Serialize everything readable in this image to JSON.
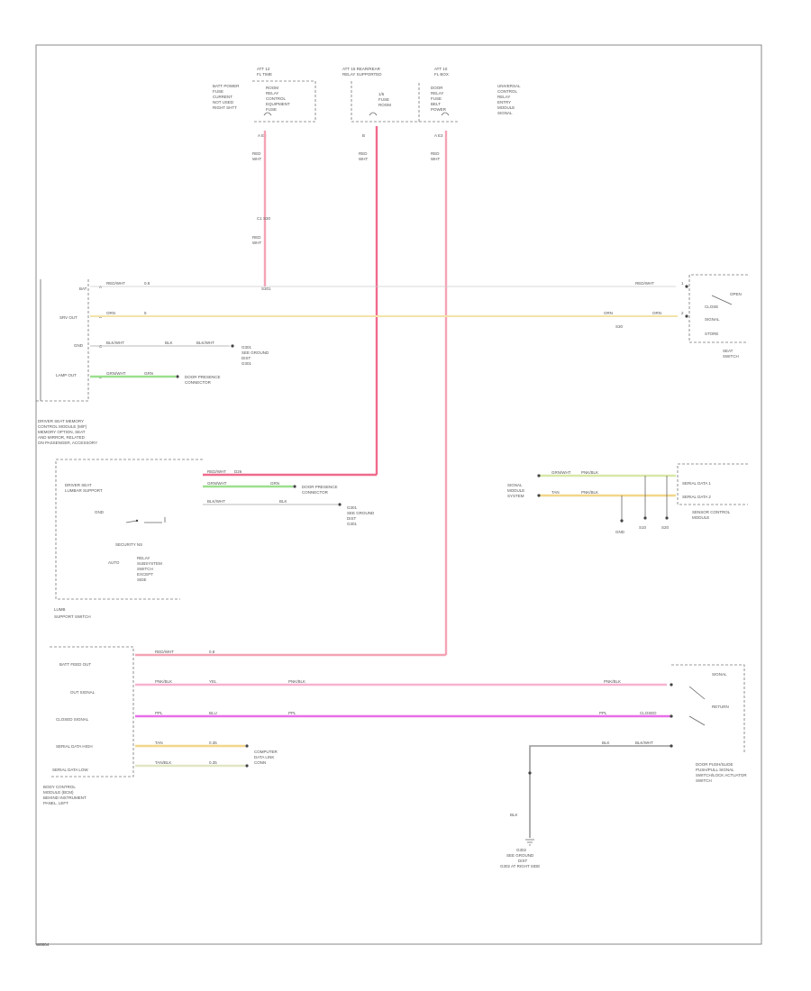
{
  "diagram": {
    "footer_id": "W8004",
    "fuses": [
      {
        "title": [
          "ATT 12",
          "FL TIME"
        ],
        "left": [
          "BATT POWER",
          "FUSE",
          "CURRENT",
          "NOT USED",
          "RIGHT SHTT"
        ],
        "right": [
          "ROOM",
          "RELAY",
          "CONTROL",
          "EQUIPMENT",
          "FUSE"
        ],
        "pin": "A E3",
        "wire": [
          "RED",
          "WHT"
        ]
      },
      {
        "title": [
          "ATT 15 REAR/REAR",
          "RELAY SUPPORTED"
        ],
        "right": [
          "1/5",
          "FUSE",
          "ROOM"
        ],
        "pin": "B",
        "wire": [
          "RED",
          "WHT"
        ]
      },
      {
        "title": [
          "ATT 10",
          "FL BOX"
        ],
        "left": [
          "DOOR",
          "RELAY",
          "FUSE",
          "BELT",
          "POWER"
        ],
        "right": [
          "UNIVERSAL",
          "CONTROL",
          "RELAY",
          "ENTRY",
          "MODULE",
          "SIGNAL"
        ],
        "pin": "A E3",
        "wire": [
          "RED",
          "WHT"
        ]
      }
    ],
    "splice": "C1 S30",
    "splice_wire": [
      "RED",
      "WHT"
    ],
    "body_module": {
      "pin_labels": [
        "BAT",
        "SRV OUT",
        "GND",
        "LAMP OUT"
      ],
      "caption": [
        "DRIVER SEAT MEMORY",
        "CONTROL MODULE (M/F)",
        "MEMORY OPTION, SEAT",
        "AND MIRROR, RELATED",
        "ON PASSENGER, ACCESSORY"
      ],
      "wires": [
        {
          "pin": "A",
          "color": "RED/WHT",
          "size": "0.8",
          "junction": "S301"
        },
        {
          "pin": "B",
          "color": "ORN",
          "size": "5"
        },
        {
          "pin": "C",
          "color": "BLK/WHT",
          "size": "BLK",
          "to": "BLK/WHT",
          "ground": [
            "G301",
            "SEE GROUND",
            "DIST",
            "G301"
          ]
        },
        {
          "pin": "D",
          "color": "GRN/WHT",
          "size": "GRN",
          "to": [
            "DOOR PRESENCE",
            "CONNECTOR"
          ]
        }
      ],
      "right_wires": [
        {
          "color": "RED/WHT",
          "pin": "1"
        },
        {
          "color": "ORN",
          "mid": "ORN",
          "pin": "2",
          "size": "S30"
        }
      ]
    },
    "relay_right": {
      "inner": [
        "CLOSE",
        "OPEN",
        "SIGNAL"
      ],
      "caption": [
        "SEAT",
        "SWITCH"
      ],
      "extra": "STORE"
    },
    "middle_conn": {
      "wires": [
        {
          "label": "RED/WHT",
          "value": "D26"
        },
        {
          "label": "GRN/WHT",
          "value": "GRN",
          "to": [
            "DOOR PRESENCE",
            "CONNECTOR"
          ]
        },
        {
          "label": "BLK/WHT",
          "value": "BLK",
          "to": [
            "G301",
            "SEE GROUND",
            "DIST",
            "G301"
          ]
        }
      ]
    },
    "left_box": {
      "title": [
        "DRIVER SEAT",
        "LUMBAR SUPPORT"
      ],
      "inner": [
        "GND",
        "SECURITY NS",
        "AUTO"
      ],
      "labels": [
        "RELAY",
        "SUBSYSTEM",
        "SWITCH",
        "EXCEPT",
        "SIDE"
      ],
      "caption": [
        "LUMB",
        "SUPPORT SWITCH"
      ]
    },
    "serial_right": {
      "pins": [
        "SERIAL DATA 1",
        "SERIAL DATA 2"
      ],
      "wires": [
        {
          "color": "GRN/WHT",
          "size": "PNK/BLK"
        },
        {
          "color": "TAN",
          "size": "PNK/BLK"
        }
      ],
      "left_label": [
        "SIGNAL",
        "MODULE",
        "SYSTEM"
      ],
      "bottom_labels": [
        "GND",
        "S10",
        "S20"
      ],
      "caption": [
        "SENSOR CONTROL",
        "MODULE"
      ]
    },
    "bottom_module": {
      "pin_labels": [
        "BATT FEED OUT",
        "OUT SIGNAL",
        "CLOSED SIGNAL",
        "SERIAL DATA HIGH",
        "SERIAL DATA LOW"
      ],
      "caption": [
        "BODY CONTROL",
        "MODULE (BCM)",
        "BEHIND INSTRUMENT",
        "PANEL, LEFT"
      ],
      "wires": [
        {
          "color": "RED/WHT",
          "size": "0.8"
        },
        {
          "color": "PNK/BLK",
          "size": "YEL",
          "mid": "PNK/BLK",
          "end": "PNK/BLK"
        },
        {
          "color": "PPL",
          "size": "BLU",
          "mid": "PPL",
          "end": "PPL"
        },
        {
          "color": "TAN",
          "size": "0.35"
        },
        {
          "color": "TAN/BLK",
          "size": "0.35"
        }
      ],
      "serial_to": [
        "COMPUTER",
        "DATA LINK",
        "CONN"
      ]
    },
    "switch_right": {
      "labels": [
        "SIGNAL",
        "RETURN",
        "CLOSED"
      ],
      "caption": [
        "DOOR PUSH/SLIDE",
        "PUSH/PULL SIGNAL",
        "SWITCH/LOCK ACTUATOR",
        "SWITCH"
      ],
      "ground_wire": [
        "BLK",
        "BLK/WHT"
      ],
      "ground": [
        "G302",
        "SEE GROUND",
        "DIST",
        "G302 AT RIGHT SIDE"
      ],
      "ground_caption": [
        "BLK"
      ]
    }
  }
}
